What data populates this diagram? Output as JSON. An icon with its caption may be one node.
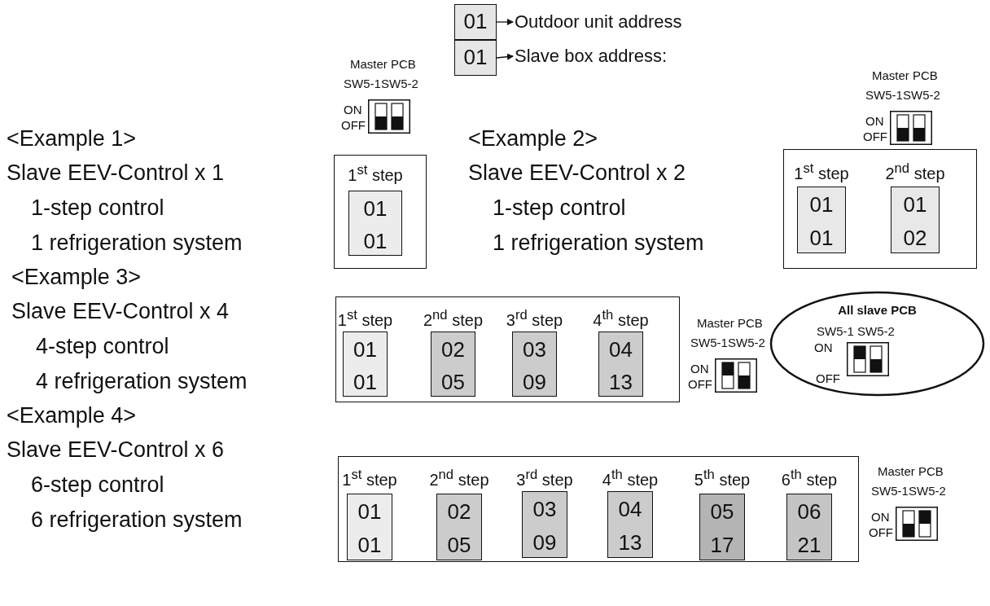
{
  "diagram": {
    "nodes": [
      {
        "text": [
          "01"
        ]
      },
      {
        "text": [
          "01"
        ]
      },
      {
        "text": [
          "Outdoor unit address"
        ]
      },
      {
        "text": [
          "Slave box address:"
        ]
      },
      {
        "text": [],
        "shape": "box"
      },
      {
        "text": [
          "1$^{st}$ step",
          "01",
          "01"
        ],
        "in": 4
      },
      {
        "text": [],
        "shape": "box"
      },
      {
        "text": [
          "1$^{st}$ step",
          "01",
          "01"
        ],
        "in": 6
      },
      {
        "text": [
          "2$^{nd}$ step",
          "01",
          "02"
        ],
        "in": 6
      },
      {
        "text": [],
        "shape": "box"
      },
      {
        "text": [
          "1$^{st}$ step",
          "01",
          "01"
        ],
        "in": 9
      },
      {
        "text": [
          "2$^{nd}$ step",
          "02",
          "05"
        ],
        "in": 9
      },
      {
        "text": [
          "3$^{rd}$ step",
          "03",
          "09"
        ],
        "in": 9
      },
      {
        "text": [
          "4$^{th}$ step",
          "04",
          "13"
        ],
        "in": 9
      },
      {
        "text": [
          "All slave PCB",
          "SW5-1",
          "SW5-2",
          "ON",
          "OFF"
        ]
      },
      {
        "text": [],
        "shape": "box"
      },
      {
        "text": [
          "1$^{st}$ step",
          "01",
          "01"
        ],
        "in": 15
      },
      {
        "text": [
          "2$^{nd}$ step",
          "02",
          "05"
        ],
        "in": 15
      },
      {
        "text": [
          "3$^{rd}$ step",
          "03",
          "09"
        ],
        "in": 15
      },
      {
        "text": [
          "4$^{th}$ step",
          "04",
          "13"
        ],
        "in": 15
      },
      {
        "text": [
          "5$^{th}$ step",
          "05",
          "17"
        ],
        "in": 15
      },
      {
        "text": [
          "6$^{th}$ step",
          "06",
          "21"
        ],
        "in": 15
      }
    ],
    "edges": [
      {
        "from": 0,
        "to": 2,
        "arrow": "to"
      },
      {
        "from": 1,
        "to": 3,
        "arrow": "to"
      }
    ],
    "labels": [
      "Master PCB",
      "SW5-1",
      "SW5-2",
      "ON",
      "OFF",
      "Master PCB",
      "SW5-1",
      "SW5-2",
      "ON",
      "OFF",
      "<Example 1>",
      "Slave EEV-Control x 1",
      "1-step control",
      "1 refrigeration system",
      "<Example 2>",
      "Slave EEV-Control x 2",
      "1-step control",
      "1 refrigeration system",
      "<Example 3>",
      "Slave EEV-Control x 4",
      "4-step control",
      "4 refrigeration system",
      "Master PCB",
      "SW5-1",
      "SW5-2",
      "ON",
      "OFF",
      "<Example 4>",
      "Slave EEV-Control x 6",
      "6-step control",
      "6 refrigeration system",
      "Master PCB",
      "SW5-1",
      "SW5-2",
      "ON",
      "OFF"
    ]
  }
}
